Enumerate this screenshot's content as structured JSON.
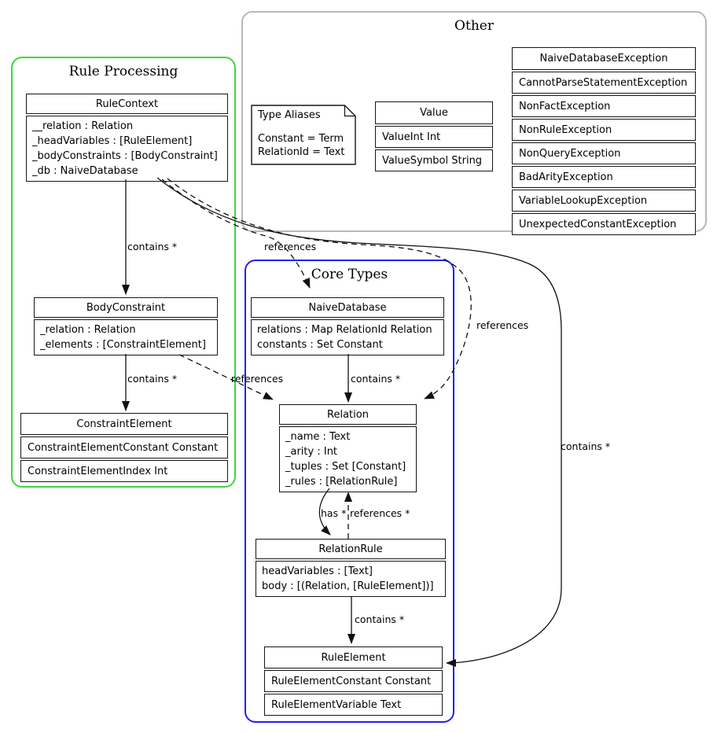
{
  "diagram": {
    "containers": {
      "rule_processing": {
        "title": "Rule Processing",
        "border_color": "#3fd63f"
      },
      "other": {
        "title": "Other",
        "border_color": "#b8b8b8"
      },
      "core_types": {
        "title": "Core Types",
        "border_color": "#2222ee"
      }
    },
    "nodes": {
      "rule_context": {
        "title": "RuleContext",
        "attrs": [
          "__relation : Relation",
          "_headVariables : [RuleElement]",
          "_bodyConstraints : [BodyConstraint]",
          "_db : NaiveDatabase"
        ]
      },
      "body_constraint": {
        "title": "BodyConstraint",
        "attrs": [
          "_relation : Relation",
          "_elements : [ConstraintElement]"
        ]
      },
      "constraint_element": {
        "title": "ConstraintElement",
        "variants": [
          "ConstraintElementConstant Constant",
          "ConstraintElementIndex Int"
        ]
      },
      "type_aliases_note": {
        "title": "Type Aliases",
        "lines": [
          "Constant = Term",
          "RelationId = Text"
        ]
      },
      "value": {
        "title": "Value",
        "variants": [
          "ValueInt Int",
          "ValueSymbol String"
        ]
      },
      "exceptions": {
        "title": "NaiveDatabaseException",
        "variants": [
          "CannotParseStatementException",
          "NonFactException",
          "NonRuleException",
          "NonQueryException",
          "BadArityException",
          "VariableLookupException",
          "UnexpectedConstantException"
        ]
      },
      "naive_database": {
        "title": "NaiveDatabase",
        "attrs": [
          "relations : Map RelationId Relation",
          "constants : Set Constant"
        ]
      },
      "relation": {
        "title": "Relation",
        "attrs": [
          "_name : Text",
          "_arity : Int",
          "_tuples : Set [Constant]",
          "_rules : [RelationRule]"
        ]
      },
      "relation_rule": {
        "title": "RelationRule",
        "attrs": [
          "headVariables : [Text]",
          "body : [(Relation, [RuleElement])]"
        ]
      },
      "rule_element": {
        "title": "RuleElement",
        "variants": [
          "RuleElementConstant Constant",
          "RuleElementVariable Text"
        ]
      }
    },
    "edges": {
      "rule_context_to_body_constraint": {
        "label": "contains *",
        "style": "solid"
      },
      "rule_context_to_naive_database": {
        "label": "references",
        "style": "dashed"
      },
      "rule_context_to_relation": {
        "label": "references",
        "style": "dashed"
      },
      "rule_context_to_rule_element": {
        "label": "contains *",
        "style": "solid"
      },
      "body_constraint_to_constraint_element": {
        "label": "contains *",
        "style": "solid"
      },
      "body_constraint_to_relation": {
        "label": "references",
        "style": "dashed"
      },
      "naive_database_to_relation": {
        "label": "contains *",
        "style": "solid"
      },
      "relation_to_relation_rule": {
        "label": "has *",
        "style": "solid"
      },
      "relation_rule_to_relation": {
        "label": "references *",
        "style": "dashed"
      },
      "relation_rule_to_rule_element": {
        "label": "contains *",
        "style": "solid"
      }
    }
  }
}
